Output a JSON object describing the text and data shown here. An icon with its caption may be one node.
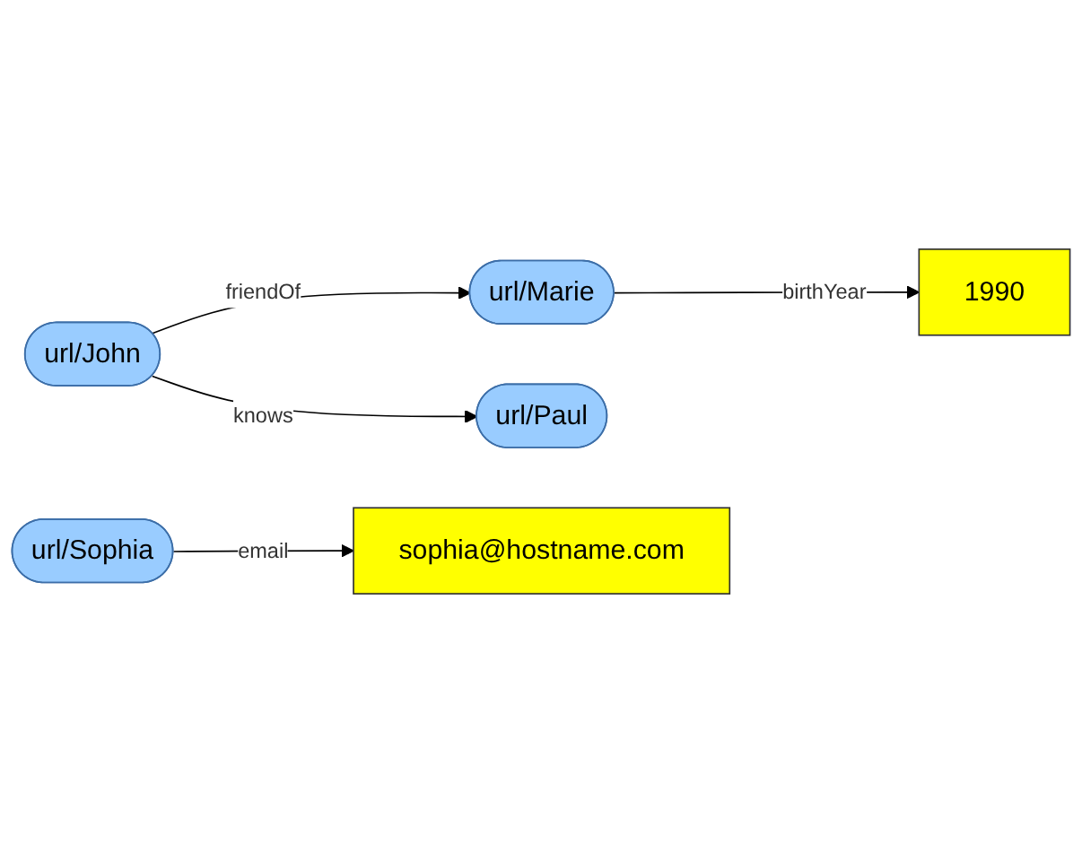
{
  "diagram": {
    "nodes": [
      {
        "text": [
          "url/Marie"
        ]
      },
      {
        "text": [
          "1990"
        ]
      },
      {
        "text": [
          "url/John"
        ]
      },
      {
        "text": [
          "url/Paul"
        ]
      },
      {
        "text": [
          "url/Sophia"
        ]
      },
      {
        "text": [
          "sophia@hostname.com"
        ]
      }
    ],
    "edges": [
      {
        "from": 0,
        "to": 1,
        "arrow": "to",
        "label": "birthYear"
      },
      {
        "from": 2,
        "to": 0,
        "arrow": "to",
        "label": "friendOf"
      },
      {
        "from": 2,
        "to": 3,
        "arrow": "to",
        "label": "knows"
      },
      {
        "from": 4,
        "to": 5,
        "arrow": "to",
        "label": "email"
      }
    ]
  }
}
